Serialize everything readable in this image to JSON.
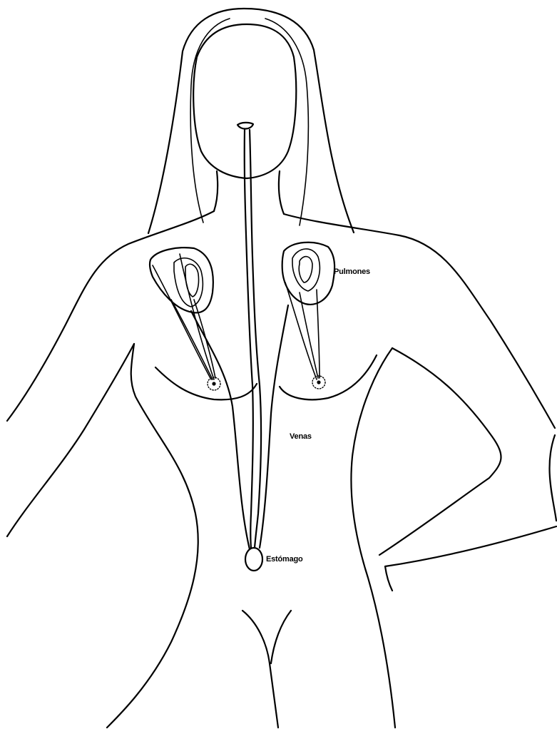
{
  "labels": {
    "lungs": "Pulmones",
    "veins": "Venas",
    "stomach": "Estómago"
  },
  "colors": {
    "line": "#000000",
    "background": "#ffffff"
  }
}
